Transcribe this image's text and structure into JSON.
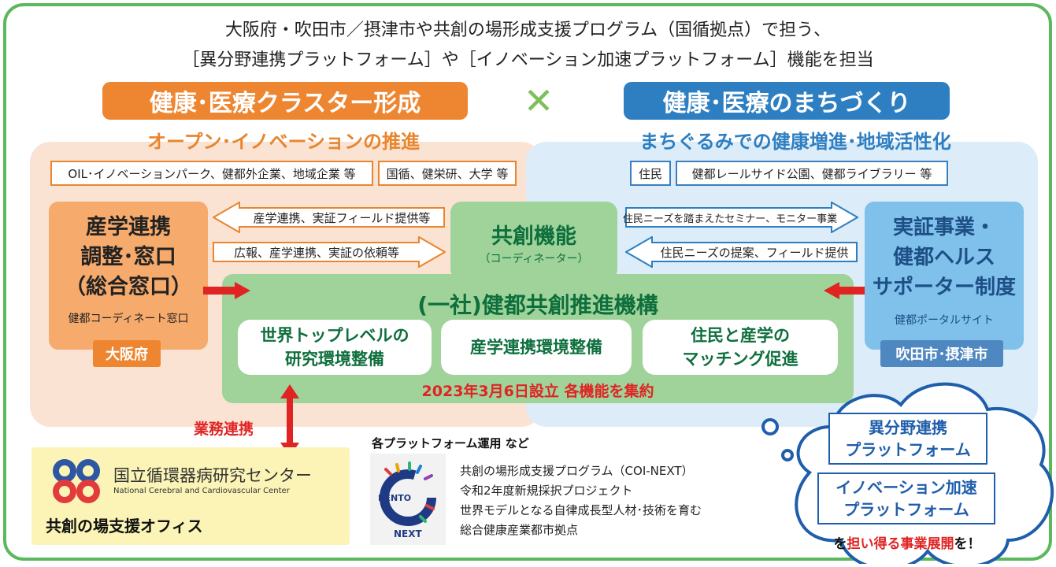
{
  "header": {
    "line1": "大阪府・吹田市／摂津市や共創の場形成支援プログラム（国循拠点）で担う、",
    "line2": "［異分野連携プラットフォーム］や［イノベーション加速プラットフォーム］機能を担当"
  },
  "left": {
    "banner": "健康･医療クラスター形成",
    "subtitle": "オープン･イノベーションの推進",
    "tags": [
      "OIL･イノベーションパーク、健都外企業、地域企業 等",
      "国循、健栄研、大学 等"
    ],
    "box_lines": [
      "産学連携",
      "調整･窓口",
      "（総合窓口）"
    ],
    "box_sub": "健都コーディネート窓口",
    "badge": "大阪府",
    "arrow_top": "産学連携、実証フィールド提供等",
    "arrow_bottom": "広報、産学連携、実証の依頼等"
  },
  "times_symbol": "✕",
  "right": {
    "banner": "健康･医療のまちづくり",
    "subtitle": "まちぐるみでの健康増進･地域活性化",
    "tags": [
      "住民",
      "健都レールサイド公園、健都ライブラリー 等"
    ],
    "box_lines": [
      "実証事業・",
      "健都ヘルス",
      "サポーター制度"
    ],
    "box_sub": "健都ポータルサイト",
    "badge": "吹田市･摂津市",
    "arrow_top": "住民ニーズを踏まえたセミナー、モニター事業",
    "arrow_bottom": "住民ニーズの提案、フィールド提供"
  },
  "center": {
    "title": "共創機能",
    "subtitle": "（コーディネーター）"
  },
  "org": {
    "title": "(一社)健都共創推進機構",
    "pills": [
      [
        "世界トップレベルの",
        "研究環境整備"
      ],
      [
        "産学連携環境整備"
      ],
      [
        "住民と産学の",
        "マッチング促進"
      ]
    ],
    "footer": "2023年3月6日設立 各機能を集約"
  },
  "link_label": "業務連携",
  "ncvc": {
    "name_jp": "国立循環器病研究センター",
    "name_en": "National Cerebral and Cardiovascular Center",
    "office": "共創の場支援オフィス"
  },
  "platform": {
    "title": "各プラットフォーム運用 など",
    "lines": [
      "共創の場形成支援プログラム（COI-NEXT）",
      "令和2年度新規採択プロジェクト",
      "世界モデルとなる自律成長型人材･技術を育む",
      "総合健康産業都市拠点"
    ],
    "logo_text": [
      "KENTO",
      "NEXT"
    ]
  },
  "cloud": {
    "box1": [
      "異分野連携",
      "プラットフォーム"
    ],
    "box2": [
      "イノベーション加速",
      "プラットフォーム"
    ],
    "footer_pre": "を",
    "footer_red": "担い得る事業展開",
    "footer_post": "を！"
  }
}
